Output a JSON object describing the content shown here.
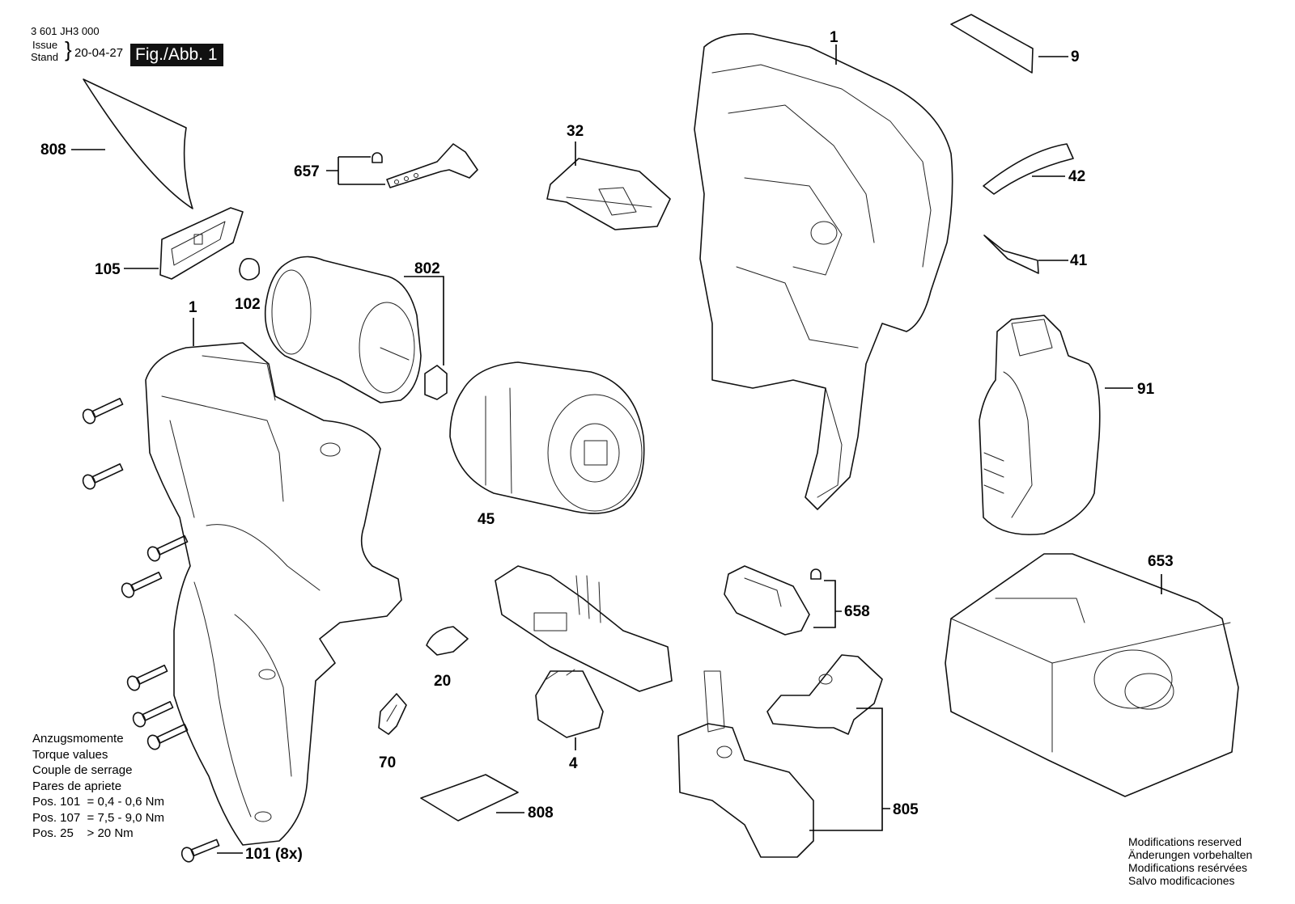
{
  "header": {
    "doc_number": "3 601 JH3 000",
    "issue_label": "Issue",
    "stand_label": "Stand",
    "brace": "}",
    "date": "20-04-27",
    "figure": "Fig./Abb. 1"
  },
  "callouts": {
    "p1_top": "1",
    "p9": "9",
    "p42": "42",
    "p41": "41",
    "p91": "91",
    "p653": "653",
    "p658": "658",
    "p805": "805",
    "p808_top": "808",
    "p808_bottom": "808",
    "p657": "657",
    "p32": "32",
    "p105": "105",
    "p102": "102",
    "p802": "802",
    "p1_left": "1",
    "p45": "45",
    "p20": "20",
    "p4": "4",
    "p70": "70",
    "p101": "101 (8x)"
  },
  "torque": {
    "lines": [
      "Anzugsmomente",
      "Torque values",
      "Couple de serrage",
      "Pares de apriete"
    ],
    "values": [
      "Pos. 101  = 0,4 - 0,6 Nm",
      "Pos. 107  = 7,5 - 9,0 Nm",
      "Pos. 25    > 20 Nm"
    ]
  },
  "modifications": [
    "Modifications reserved",
    "Änderungen vorbehalten",
    "Modifications resérvées",
    "Salvo modificaciones"
  ]
}
